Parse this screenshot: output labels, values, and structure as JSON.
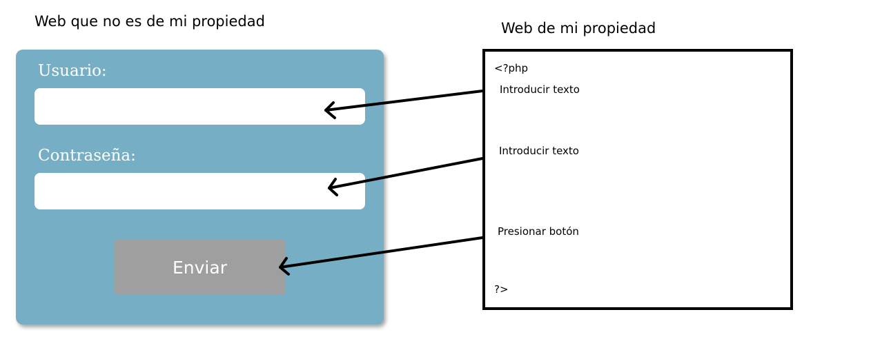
{
  "left_section": {
    "title": "Web que no es de mi propiedad",
    "form": {
      "username_label": "Usuario:",
      "username_value": "",
      "password_label": "Contraseña:",
      "password_value": "",
      "submit_label": "Enviar"
    }
  },
  "right_section": {
    "title": "Web de mi propiedad",
    "code_box": {
      "open_tag": "<?php",
      "steps": [
        "Introducir texto",
        "Introducir texto",
        "Presionar botón"
      ],
      "close_tag": "?>"
    }
  },
  "colors": {
    "panel": "#76afc5",
    "button": "#a09fa0",
    "arrow": "#000000"
  }
}
